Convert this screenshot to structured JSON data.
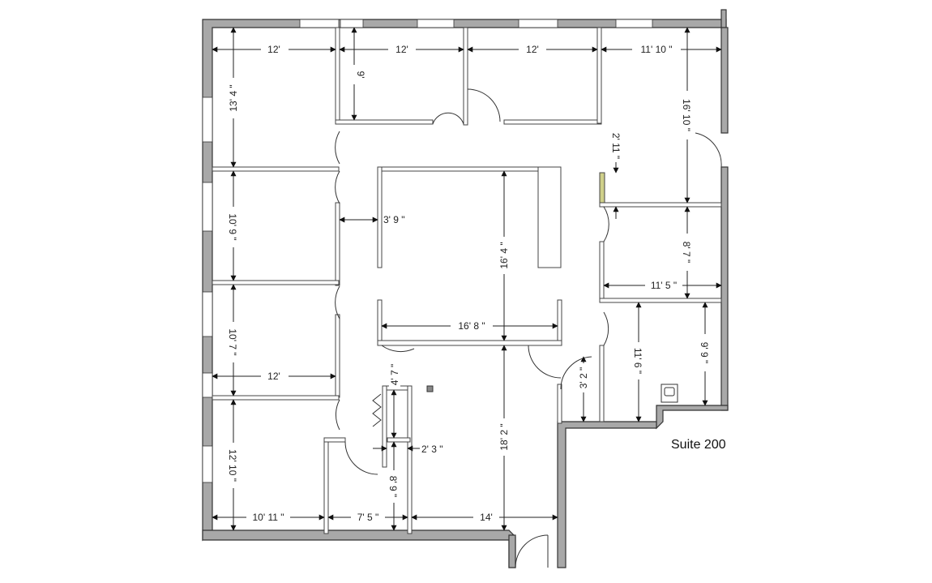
{
  "suite_label": "Suite 200",
  "dimensions": {
    "top_room1_width": "12'",
    "top_room2_width": "12'",
    "top_room3_width": "12'",
    "top_room4_width": "11' 10 \"",
    "top_room2_depth": "9'",
    "left_room1_depth": "13' 4 \"",
    "left_room2_depth": "10' 9 \"",
    "left_room3_depth": "10' 7 \"",
    "left_room3_width": "12'",
    "left_room4_depth": "12' 10 \"",
    "right_room_depth": "16' 10 \"",
    "small_gap": "2' 11 \"",
    "corridor_width": "3' 9 \"",
    "center_depth": "16' 4 \"",
    "center_width": "16' 8 \"",
    "right_mid_depth": "8' 7 \"",
    "right_mid_width": "11' 5 \"",
    "right_lower_depth": "11' 6 \"",
    "kitchen_depth": "9' 9 \"",
    "closet_width": "3' 2 \"",
    "closet_depth": "4' 7 \"",
    "closet2_width": "2' 3 \"",
    "lobby_depth": "18' 2 \"",
    "bottom_room1_width": "10' 11 \"",
    "bottom_room2_width": "7' 5 \"",
    "bottom_room2_depth": "8' 9 \"",
    "bottom_room3_width": "14'"
  },
  "colors": {
    "exterior_wall": "#a8a8a8",
    "interior_wall": "#ffffff",
    "line": "#222222",
    "accent_partition": "#cfd08a"
  }
}
